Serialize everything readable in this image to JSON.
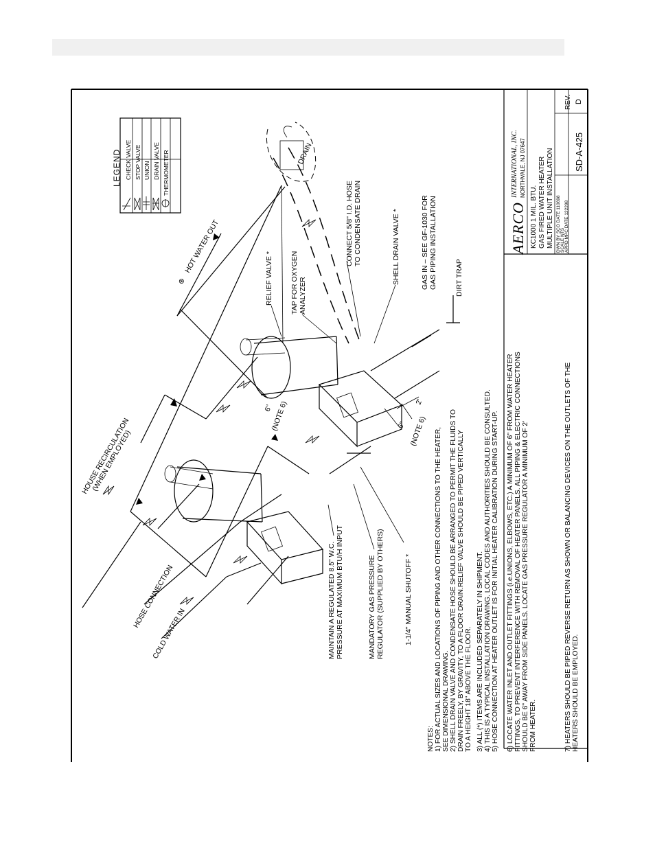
{
  "drawing": {
    "legend": {
      "title": "LEGEND",
      "items": [
        {
          "symbol": "check-valve",
          "label": "CHECK VALVE"
        },
        {
          "symbol": "stop-valve",
          "label": "STOP VALVE"
        },
        {
          "symbol": "union",
          "label": "UNION"
        },
        {
          "symbol": "drain-valve",
          "label": "DRAIN VALVE"
        },
        {
          "symbol": "thermometer",
          "label": "THERMOMETER"
        }
      ]
    },
    "labels": {
      "house_recirc_1": "HOUSE RECIRCULATION",
      "house_recirc_2": "(WHEN EMPLOYED)",
      "hot_water_out": "HOT WATER OUT",
      "relief_valve": "RELIEF VALVE *",
      "tap_oxygen_1": "TAP FOR OXYGEN",
      "tap_oxygen_2": "ANALYZER",
      "connect_hose_1": "CONNECT 5/8\" I.D. HOSE",
      "connect_hose_2": "TO CONDENSATE DRAIN",
      "shell_drain": "SHELL DRAIN VALVE *",
      "gas_in_1": "GAS IN – SEE GF-1030 FOR",
      "gas_in_2": "GAS PIPING INSTALLATION",
      "dirt_trap": "DIRT TRAP",
      "drain": "DRAIN",
      "hose_connection": "HOSE CONNECTION",
      "cold_water_in": "COLD WATER IN",
      "maintain_1": "MAINTAIN A REGULATED 8.5\" W.C.",
      "maintain_2": "PRESSURE AT MAXIMUM BTU/H INPUT",
      "mandatory_1": "MANDATORY GAS PRESSURE",
      "mandatory_2": "REGULATOR (SUPPLIED BY OTHERS)",
      "manual_shutoff": "1-1/4\" MANUAL SHUTOFF *",
      "dim_6a": "6\"",
      "note6a": "(NOTE 6)",
      "dim_6b": "6\"",
      "dim_2": "2'",
      "note6b": "(NOTE 6)"
    },
    "notes": [
      "NOTES:",
      "1)  FOR ACTUAL SIZES AND LOCATIONS OF PIPING AND OTHER CONNECTIONS TO THE HEATER,",
      "     SEE DIMENSIONAL DRAWING.",
      "2)  SHELL DRAIN VALVE AND CONDENSATE HOSE SHOULD BE ARRANGED TO PERMIT THE FLUIDS TO",
      "     DRAIN FREELY, BY GRAVITY, TO A FLOOR DRAIN.RELIEF VALVE SHOULD BE PIPED VERTICALLY",
      "     TO A HEIGHT 18\" ABOVE THE FLOOR.",
      "3)  ALL (*) ITEMS ARE INCLUDED SEPARATELY IN SHIPMENT.",
      "4)  THIS IS A TYPICAL INSTALLATION DRAWING. LOCAL CODES AND AUTHORITIES SHOULD BE CONSULTED.",
      "5)  HOSE CONNECTION AT HEATER OUTLET IS FOR INITIAL HEATER CALIBRATION DURING START-UP.",
      "6)  LOCATE WATER INLET AND OUTLET FITTINGS (i.e.UNIONS, ELBOWS, ETC.) A MINIMUM OF 6\" FROM WATER HEATER",
      "     FITTINGS, TO PREVENT INTERFERENCE WITH REMOVAL OF HEATER PANELS. ALL PIPING & ELECTRIC CONNECTIONS",
      "     SHOULD BE 6\" AWAY FROM SIDE PANELS. LOCATE GAS PRESSURE REGULATOR A MINIMUM OF 2'",
      "     FROM HEATER.",
      "7)  HEATERS SHOULD BE PIPED REVERSE RETURN AS SHOWN OR BALANCING DEVICES ON THE OUTLETS OF THE",
      "     HEATERS SHOULD BE EMPLOYED."
    ],
    "title_block": {
      "company_logo": "AERCO",
      "company_name": "INTERNATIONAL, INC.",
      "company_city": "NORTHVALE, NJ  07647",
      "title_1": "KC1000  1  MIL. BTU.",
      "title_2": "GAS FIRED WATER HEATER",
      "title_3": "MULTIPLE UNIT INSTALLATION",
      "dwn_by": "DWN BY  SCO  DATE 110698",
      "scale": "SCALE   NTS",
      "appd": "APPD      MPC DATE 122298",
      "drawing_no": "SD-A-425",
      "rev_label": "REV.",
      "rev": "D"
    }
  }
}
